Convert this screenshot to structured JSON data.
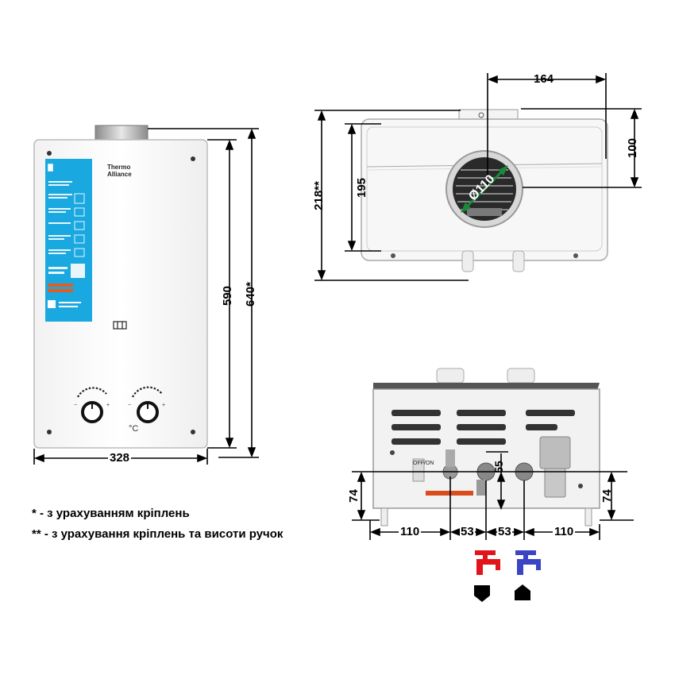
{
  "brand": {
    "name_line1": "Thermo",
    "name_line2": "Alliance"
  },
  "dimensions": {
    "front_width": "328",
    "front_height": "590",
    "front_height_total": "640*",
    "top_depth": "164",
    "top_flue_offset": "100",
    "top_body_height": "195",
    "top_height_total": "218**",
    "flue_diameter": "Ø110",
    "bottom_pipe_rise": "55",
    "bottom_left_height": "74",
    "bottom_right_height": "74",
    "bottom_left_offset": "110",
    "bottom_spacing_1": "53",
    "bottom_spacing_2": "53",
    "bottom_right_offset": "110"
  },
  "panel": {
    "unit_symbol": "°C",
    "switch_label": "OFF/ON"
  },
  "notes": {
    "note1": "* - з урахуванням кріплень",
    "note2": "** - з урахування кріплень та висоти ручок"
  },
  "colors": {
    "hot": "#e1141c",
    "cold": "#3b45c4",
    "label_panel": "#1aa8e0",
    "arrow": "#1a8a3a"
  },
  "icons": {
    "hot_water": "faucet-red",
    "cold_water": "faucet-blue",
    "outlet": "arrow-down",
    "inlet": "arrow-up"
  }
}
